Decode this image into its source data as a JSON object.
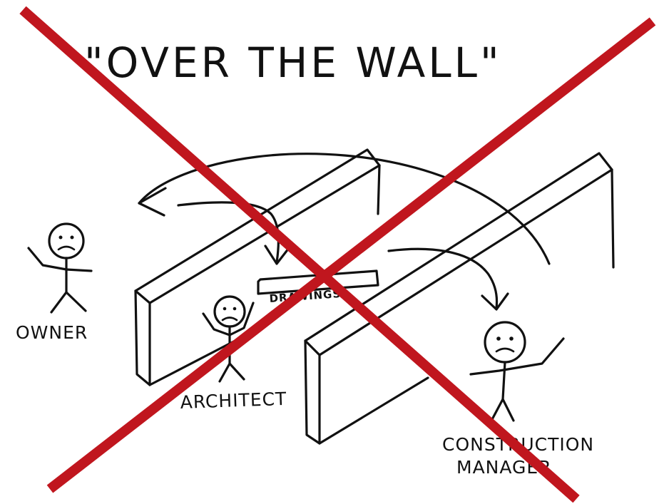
{
  "title": "\"OVER THE WALL\"",
  "labels": {
    "owner": "OWNER",
    "architect": "ARCHITECT",
    "drawings": "DRAWINGS",
    "construction_manager_line1": "CONSTRUCTION",
    "construction_manager_line2": "MANAGER"
  },
  "colors": {
    "ink": "#111111",
    "cross": "#c0161e",
    "background": "#ffffff"
  }
}
